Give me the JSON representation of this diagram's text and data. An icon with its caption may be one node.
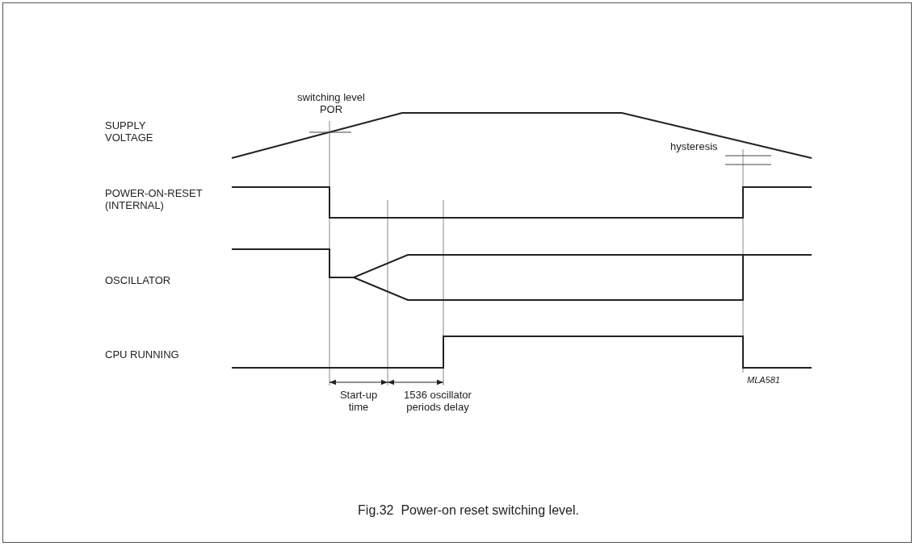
{
  "diagram": {
    "caption": "Fig.32  Power-on reset switching level.",
    "labels": [
      "switching level POR",
      "SUPPLY VOLTAGE",
      "hysteresis",
      "POWER-ON-RESET (INTERNAL)",
      "OSCILLATOR",
      "CPU RUNNING",
      "MLA581",
      "Start-up time",
      "1536 oscillator periods delay"
    ]
  }
}
